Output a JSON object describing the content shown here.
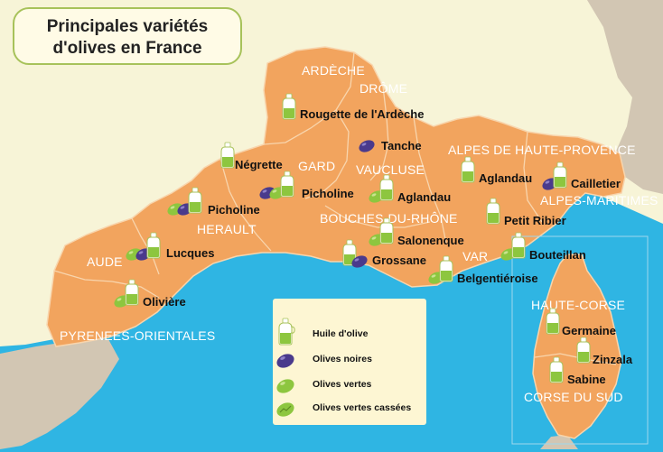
{
  "title": {
    "line1": "Principales variétés",
    "line2": "d'olives en France"
  },
  "colors": {
    "sea": "#2fb5e3",
    "land_france": "#f7f4d7",
    "land_foreign": "#d2c6b3",
    "region": "#f2a45e",
    "dept_border": "#f8d5ad",
    "department_label": "#ffffff",
    "olive_green": "#8dc63f",
    "olive_black": "#4a3a8c",
    "oil_bottle": "#ffffff"
  },
  "departments": [
    {
      "id": "ardeche",
      "label": "ARDÈCHE"
    },
    {
      "id": "drome",
      "label": "DRÔME"
    },
    {
      "id": "gard",
      "label": "GARD"
    },
    {
      "id": "vaucluse",
      "label": "VAUCLUSE"
    },
    {
      "id": "alpes-de-haute-provence",
      "label": "ALPES DE HAUTE-PROVENCE"
    },
    {
      "id": "alpes-maritimes",
      "label": "ALPES-MARITIMES"
    },
    {
      "id": "herault",
      "label": "HERAULT"
    },
    {
      "id": "bouches-du-rhone",
      "label": "BOUCHES-DU-RHÔNE"
    },
    {
      "id": "aude",
      "label": "AUDE"
    },
    {
      "id": "var",
      "label": "VAR"
    },
    {
      "id": "pyrenees-orientales",
      "label": "PYRENEES-ORIENTALES"
    },
    {
      "id": "haute-corse",
      "label": "HAUTE-CORSE"
    },
    {
      "id": "corse-du-sud",
      "label": "CORSE DU SUD"
    }
  ],
  "varieties": [
    {
      "id": "rougette",
      "label": "Rougette de l'Ardèche",
      "icons": [
        "oil"
      ]
    },
    {
      "id": "tanche",
      "label": "Tanche",
      "icons": [
        "black"
      ]
    },
    {
      "id": "negrette",
      "label": "Négrette",
      "icons": [
        "oil"
      ]
    },
    {
      "id": "picholine-gard",
      "label": "Picholine",
      "icons": [
        "black",
        "green",
        "oil"
      ]
    },
    {
      "id": "aglandau-vaucluse",
      "label": "Aglandau",
      "icons": [
        "green",
        "oil"
      ]
    },
    {
      "id": "aglandau-ahp",
      "label": "Aglandau",
      "icons": [
        "oil"
      ]
    },
    {
      "id": "cailletier",
      "label": "Cailletier",
      "icons": [
        "black",
        "oil"
      ]
    },
    {
      "id": "picholine-herault",
      "label": "Picholine",
      "icons": [
        "green",
        "black",
        "oil"
      ]
    },
    {
      "id": "petit-ribier",
      "label": "Petit Ribier",
      "icons": [
        "oil"
      ]
    },
    {
      "id": "salonenque",
      "label": "Salonenque",
      "icons": [
        "green",
        "oil"
      ]
    },
    {
      "id": "lucques",
      "label": "Lucques",
      "icons": [
        "green",
        "black",
        "oil"
      ]
    },
    {
      "id": "grossane",
      "label": "Grossane",
      "icons": [
        "oil",
        "black"
      ]
    },
    {
      "id": "bouteillan",
      "label": "Bouteillan",
      "icons": [
        "green",
        "oil"
      ]
    },
    {
      "id": "belgentieroise",
      "label": "Belgentiéroise",
      "icons": [
        "green",
        "oil"
      ]
    },
    {
      "id": "oliviere",
      "label": "Olivière",
      "icons": [
        "green",
        "oil"
      ]
    },
    {
      "id": "germaine",
      "label": "Germaine",
      "icons": [
        "oil"
      ]
    },
    {
      "id": "zinzala",
      "label": "Zinzala",
      "icons": [
        "oil"
      ]
    },
    {
      "id": "sabine",
      "label": "Sabine",
      "icons": [
        "oil"
      ]
    }
  ],
  "legend": [
    {
      "icon": "olive-oil-bottle-icon",
      "label": "Huile d'olive"
    },
    {
      "icon": "black-olive-icon",
      "label": "Olives noires"
    },
    {
      "icon": "green-olive-icon",
      "label": "Olives vertes"
    },
    {
      "icon": "cracked-green-olive-icon",
      "label": "Olives vertes cassées"
    }
  ]
}
